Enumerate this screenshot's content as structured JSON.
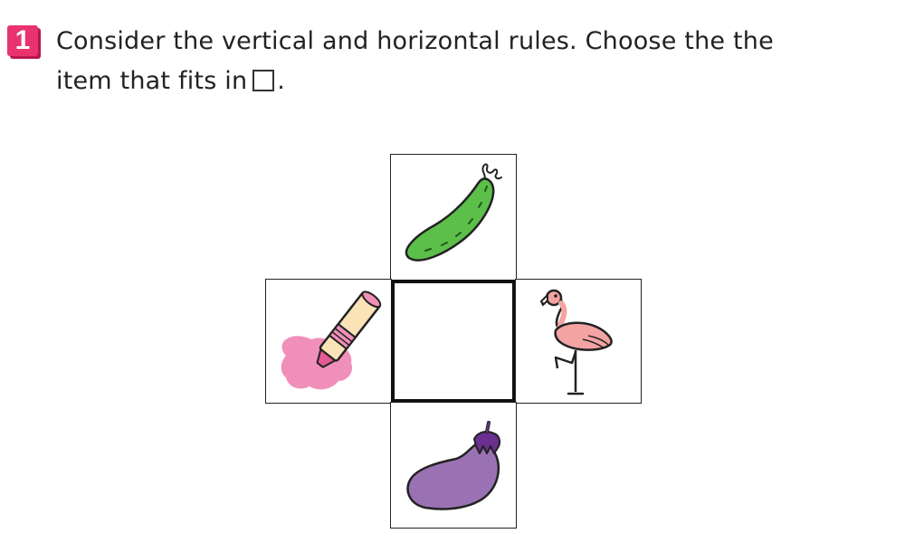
{
  "question": {
    "number": "1",
    "line1": "Consider the vertical and horizontal rules. Choose the the",
    "line2_before": "item that fits in",
    "line2_after": "."
  },
  "colors": {
    "badge": "#e8336f",
    "cucumber": "#5cbf4a",
    "eggplant": "#9a72b3",
    "eggplant_cap": "#6a2f8f",
    "crayon_scribble": "#f08fba",
    "flamingo": "#f4a3a3"
  },
  "grid": {
    "top": {
      "icon": "cucumber-icon"
    },
    "left": {
      "icon": "pink-crayon-icon"
    },
    "center": {
      "icon": "answer-blank-box"
    },
    "right": {
      "icon": "flamingo-icon"
    },
    "bottom": {
      "icon": "eggplant-icon"
    }
  }
}
